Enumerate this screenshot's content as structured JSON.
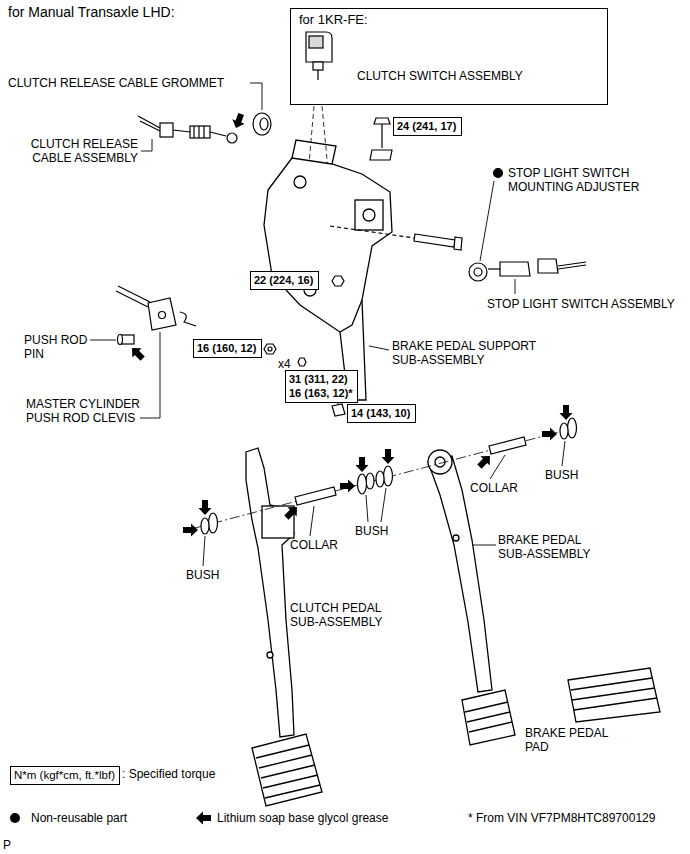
{
  "diagram": {
    "title": "for Manual Transaxle LHD:",
    "nodes": [
      {
        "text": [
          "for 1KR-FE:",
          "CLUTCH SWITCH ASSEMBLY"
        ]
      },
      {
        "text": [
          "24 (241, 17)"
        ]
      },
      {
        "text": [
          "22 (224, 16)"
        ]
      },
      {
        "text": [
          "16 (160, 12)"
        ]
      },
      {
        "text": [
          "31 (311, 22)",
          "16 (163, 12)*"
        ]
      },
      {
        "text": [
          "14 (143, 10)"
        ]
      },
      {
        "text": [
          "N*m (kgf*cm, ft.*lbf)"
        ]
      }
    ],
    "edges": [],
    "labels": [
      "CLUTCH RELEASE CABLE GROMMET",
      "CLUTCH RELEASE CABLE ASSEMBLY",
      "STOP LIGHT SWITCH MOUNTING ADJUSTER",
      "STOP LIGHT SWITCH ASSEMBLY",
      "PUSH ROD PIN",
      "MASTER CYLINDER PUSH ROD CLEVIS",
      "BRAKE PEDAL SUPPORT SUB-ASSEMBLY",
      "x4",
      "COLLAR",
      "BUSH",
      "COLLAR",
      "BUSH",
      "BUSH",
      "BRAKE PEDAL SUB-ASSEMBLY",
      "CLUTCH PEDAL SUB-ASSEMBLY",
      "BRAKE PEDAL PAD",
      ": Specified torque",
      "* From VIN VF7PM8HTC89700129",
      "P"
    ],
    "legend": [
      {
        "text": "Non-reusable part"
      },
      {
        "text": "Lithium soap base glycol grease"
      }
    ]
  }
}
